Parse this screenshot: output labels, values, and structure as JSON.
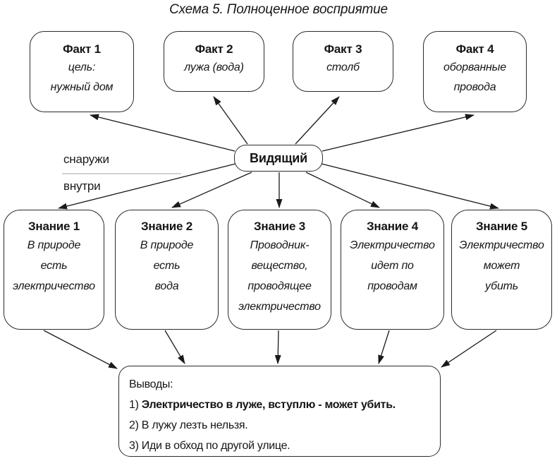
{
  "title": "Схема 5. Полноценное восприятие",
  "center": {
    "label": "Видящий"
  },
  "context_labels": {
    "outside": "снаружи",
    "inside": "внутри"
  },
  "facts": [
    {
      "title": "Факт 1",
      "lines": [
        "цель:",
        "нужный дом"
      ]
    },
    {
      "title": "Факт 2",
      "lines": [
        "лужа (вода)"
      ]
    },
    {
      "title": "Факт 3",
      "lines": [
        "столб"
      ]
    },
    {
      "title": "Факт 4",
      "lines": [
        "оборванные",
        "провода"
      ]
    }
  ],
  "knowledge": [
    {
      "title": "Знание 1",
      "lines": [
        "В природе",
        "есть",
        "электричество"
      ]
    },
    {
      "title": "Знание 2",
      "lines": [
        "В природе",
        "есть",
        "вода"
      ]
    },
    {
      "title": "Знание 3",
      "lines": [
        "Проводник-",
        "вещество,",
        "проводящее",
        "электричество"
      ]
    },
    {
      "title": "Знание 4",
      "lines": [
        "Электричество",
        "идет по",
        "проводам"
      ]
    },
    {
      "title": "Знание 5",
      "lines": [
        "Электричество",
        "может",
        "убить"
      ]
    }
  ],
  "conclusions": {
    "title": "Выводы:",
    "items": [
      {
        "num": "1)",
        "text": "Электричество в луже, вступлю - может убить.",
        "emphasis": true
      },
      {
        "num": "2)",
        "text": "В лужу лезть нельзя.",
        "emphasis": false
      },
      {
        "num": "3)",
        "text": "Иди в обход по другой улице.",
        "emphasis": false
      }
    ]
  },
  "colors": {
    "ink": "#151515",
    "border": "#2b2b2b",
    "divider": "#a6a6a6",
    "background": "#ffffff"
  }
}
